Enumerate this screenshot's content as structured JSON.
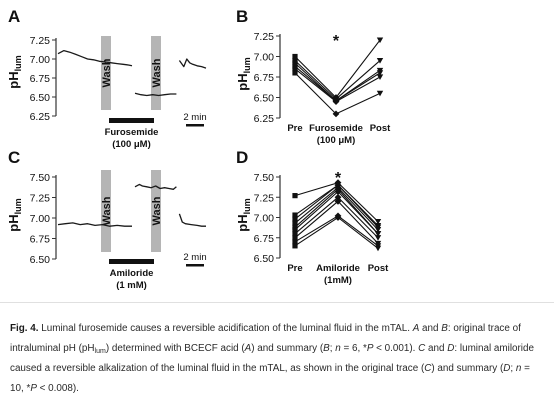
{
  "chart_data": [
    {
      "panel": "A",
      "type": "line",
      "ylabel_main": "pH",
      "ylabel_sub": "lum",
      "ylim": [
        6.25,
        7.25
      ],
      "yticks": [
        "6.25",
        "6.50",
        "6.75",
        "7.00",
        "7.25"
      ],
      "phases": [
        "baseline",
        "wash",
        "drug",
        "wash",
        "recovery"
      ],
      "trace": [
        [
          0.0,
          7.07
        ],
        [
          0.04,
          7.11
        ],
        [
          0.08,
          7.09
        ],
        [
          0.12,
          7.06
        ],
        [
          0.16,
          7.03
        ],
        [
          0.2,
          7.0
        ],
        [
          0.24,
          6.99
        ],
        [
          0.28,
          6.97
        ],
        [
          0.32,
          6.96
        ],
        [
          0.36,
          6.95
        ],
        [
          0.4,
          6.94
        ],
        [
          0.44,
          6.93
        ],
        [
          0.48,
          6.92
        ],
        [
          0.5,
          6.91
        ],
        [
          0.52,
          6.55
        ],
        [
          0.56,
          6.53
        ],
        [
          0.6,
          6.52
        ],
        [
          0.64,
          6.53
        ],
        [
          0.68,
          6.52
        ],
        [
          0.72,
          6.53
        ],
        [
          0.76,
          6.54
        ],
        [
          0.8,
          6.54
        ],
        [
          0.82,
          6.98
        ],
        [
          0.85,
          6.9
        ],
        [
          0.87,
          7.0
        ],
        [
          0.89,
          6.95
        ],
        [
          0.91,
          6.93
        ],
        [
          0.94,
          6.91
        ],
        [
          0.97,
          6.9
        ],
        [
          1.0,
          6.88
        ]
      ],
      "wash_label": "Wash",
      "drug_label": "Furosemide",
      "dose_label": "(100 μM)",
      "scale_label": "2 min"
    },
    {
      "panel": "B",
      "type": "line",
      "categories": [
        "Pre",
        "Furosemide",
        "Post"
      ],
      "ylim": [
        6.25,
        7.25
      ],
      "yticks": [
        "6.25",
        "6.50",
        "6.75",
        "7.00",
        "7.25"
      ],
      "significance": "*",
      "pairs": [
        [
          7.0,
          6.5,
          7.2
        ],
        [
          6.95,
          6.48,
          6.95
        ],
        [
          6.92,
          6.46,
          6.83
        ],
        [
          6.88,
          6.46,
          6.8
        ],
        [
          6.85,
          6.45,
          6.75
        ],
        [
          6.8,
          6.3,
          6.55
        ]
      ]
    },
    {
      "panel": "C",
      "type": "line",
      "ylabel_main": "pH",
      "ylabel_sub": "lum",
      "ylim": [
        6.5,
        7.5
      ],
      "yticks": [
        "6.50",
        "6.75",
        "7.00",
        "7.25",
        "7.50"
      ],
      "phases": [
        "baseline",
        "wash",
        "drug",
        "wash",
        "recovery"
      ],
      "trace": [
        [
          0.0,
          6.92
        ],
        [
          0.05,
          6.93
        ],
        [
          0.1,
          6.94
        ],
        [
          0.15,
          6.92
        ],
        [
          0.2,
          6.93
        ],
        [
          0.25,
          6.91
        ],
        [
          0.3,
          6.92
        ],
        [
          0.35,
          6.9
        ],
        [
          0.4,
          6.91
        ],
        [
          0.45,
          6.9
        ],
        [
          0.5,
          6.9
        ],
        [
          0.52,
          7.38
        ],
        [
          0.55,
          7.41
        ],
        [
          0.57,
          7.39
        ],
        [
          0.6,
          7.38
        ],
        [
          0.63,
          7.37
        ],
        [
          0.66,
          7.39
        ],
        [
          0.69,
          7.36
        ],
        [
          0.72,
          7.37
        ],
        [
          0.75,
          7.36
        ],
        [
          0.78,
          7.35
        ],
        [
          0.8,
          7.38
        ],
        [
          0.82,
          7.05
        ],
        [
          0.84,
          6.95
        ],
        [
          0.86,
          6.93
        ],
        [
          0.9,
          6.92
        ],
        [
          0.94,
          6.91
        ],
        [
          0.97,
          6.9
        ],
        [
          1.0,
          6.9
        ]
      ],
      "wash_label": "Wash",
      "drug_label": "Amiloride",
      "dose_label": "(1 mM)",
      "scale_label": "2 min"
    },
    {
      "panel": "D",
      "type": "line",
      "categories": [
        "Pre",
        "Amiloride",
        "Post"
      ],
      "ylim": [
        6.5,
        7.5
      ],
      "yticks": [
        "6.50",
        "6.75",
        "7.00",
        "7.25",
        "7.50"
      ],
      "significance": "*",
      "pairs": [
        [
          7.27,
          7.43,
          6.95
        ],
        [
          7.03,
          7.4,
          6.9
        ],
        [
          6.98,
          7.4,
          6.88
        ],
        [
          6.93,
          7.37,
          6.85
        ],
        [
          6.88,
          7.35,
          6.8
        ],
        [
          6.85,
          7.32,
          6.8
        ],
        [
          6.8,
          7.25,
          6.75
        ],
        [
          6.75,
          7.2,
          6.68
        ],
        [
          6.7,
          7.02,
          6.65
        ],
        [
          6.65,
          7.0,
          6.62
        ]
      ]
    }
  ],
  "caption": {
    "fig_label": "Fig. 4.",
    "sentence1": " Luminal furosemide causes a reversible acidification of the luminal fluid in the mTAL. ",
    "ab_label": "A",
    "and_word": " and ",
    "b_label": "B",
    "colon1": ": original trace of intraluminal pH (pH",
    "lum_sub": "lum",
    "sentence2a": ") determined with BCECF acid (",
    "a_paren": "A",
    "sentence2b": ") and summary (",
    "b_paren": "B",
    "sentence2c": "; ",
    "n_label": "n",
    "sentence2d": " = 6, *",
    "p_label": "P",
    "sentence2e": " < 0.001). ",
    "c_label": "C",
    "and2": " and ",
    "d_label": "D",
    "sentence3a": ": luminal amiloride caused a reversible alkalization of the luminal fluid in the mTAL, as shown in the original trace (",
    "c_paren": "C",
    "sentence3b": ") and summary (",
    "d_paren": "D",
    "sentence3c": "; ",
    "n2_label": "n",
    "sentence3d": " = 10, *",
    "p2_label": "P",
    "sentence3e": " < 0.008)."
  },
  "colors": {
    "trace": "#1a1a1a",
    "wash_bar": "#b5b5b5",
    "drug_bar": "#111111",
    "axis": "#333333"
  }
}
